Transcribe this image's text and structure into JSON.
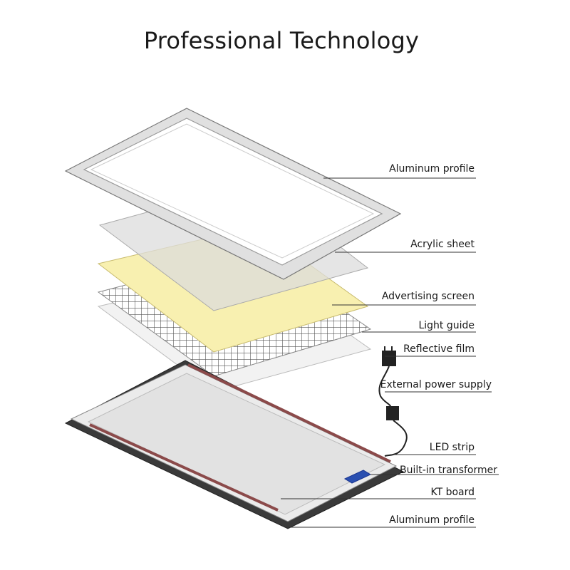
{
  "title": "Professional Technology",
  "layers": [
    {
      "id": "frame-top",
      "label": "Aluminum profile"
    },
    {
      "id": "acrylic",
      "label": "Acrylic sheet"
    },
    {
      "id": "screen",
      "label": "Advertising screen"
    },
    {
      "id": "guide",
      "label": "Light guide"
    },
    {
      "id": "reflect",
      "label": "Reflective film"
    },
    {
      "id": "power",
      "label": "External power supply"
    },
    {
      "id": "led",
      "label": "LED strip"
    },
    {
      "id": "transformer",
      "label": "Built-in transformer"
    },
    {
      "id": "kt",
      "label": "KT board"
    },
    {
      "id": "frame-bottom",
      "label": "Aluminum profile"
    }
  ],
  "colors": {
    "frame": "#d9d9d9",
    "acrylic": "#dcdcdc",
    "screen": "#f8f0b0",
    "grid": "#555555",
    "reflect": "#eeeeee",
    "led": "#8b4a4a",
    "transformer": "#2a4fb0",
    "kt": "#e6e6e6",
    "base": "#333333"
  }
}
